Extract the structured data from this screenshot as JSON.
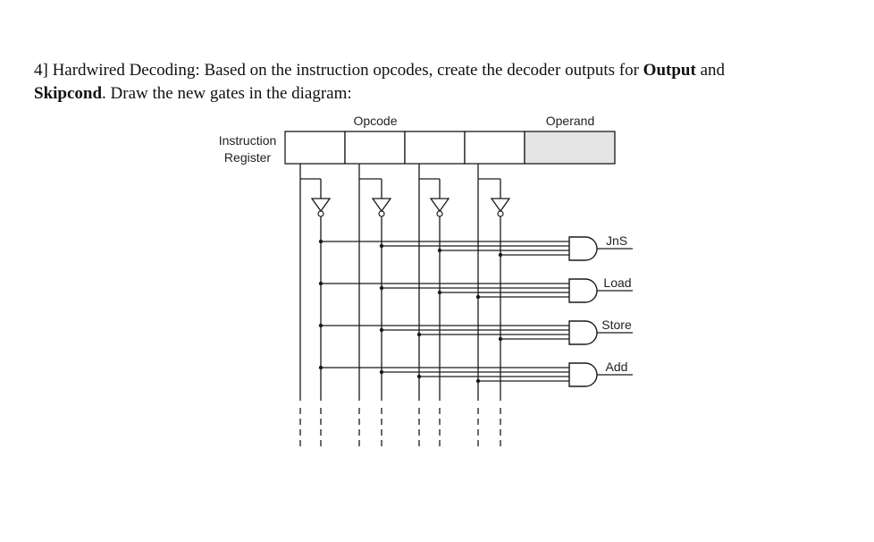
{
  "question": {
    "prefix": "4] Hardwired Decoding: Based on the instruction opcodes, create the decoder outputs for ",
    "bold1": "Output",
    "mid": " and",
    "bold2": "Skipcond",
    "suffix": ". Draw the new gates in the diagram:"
  },
  "diagram": {
    "register_label_line1": "Instruction",
    "register_label_line2": "Register",
    "opcode_label": "Opcode",
    "operand_label": "Operand",
    "gates": [
      {
        "label": "JnS"
      },
      {
        "label": "Load"
      },
      {
        "label": "Store"
      },
      {
        "label": "Add"
      }
    ],
    "colors": {
      "line": "#1a1a1a",
      "operand_fill": "#e4e4e4"
    }
  }
}
